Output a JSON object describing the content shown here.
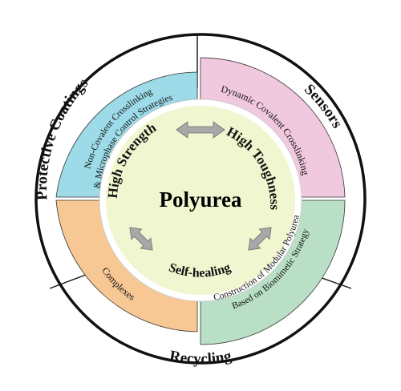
{
  "center": {
    "title": "Polyurea"
  },
  "properties": {
    "strength": "High Strength",
    "toughness": "High Toughness",
    "self_healing": "Self-healing"
  },
  "strategies": {
    "noncovalent_line1": "Non-Covalent Crosslinking",
    "noncovalent_line2": "& Microphase Control Strategies",
    "dynamic_covalent": "Dynamic Covalent Crosslinking",
    "modular_line1": "Construction of Modular Polyurea",
    "modular_line2": "Based on Biomimetic Strategy",
    "complexes": "Complexes"
  },
  "applications": {
    "protective_coatings": "Protective Coatings",
    "sensors": "Sensors",
    "recycling": "Recycling"
  },
  "colors": {
    "noncovalent": "#9ddbe8",
    "dynamic_covalent": "#f1c9de",
    "modular": "#b9e0c6",
    "complexes": "#f7c893",
    "center_fill": "#f0f6cf",
    "arrow": "#a8a8a8"
  }
}
